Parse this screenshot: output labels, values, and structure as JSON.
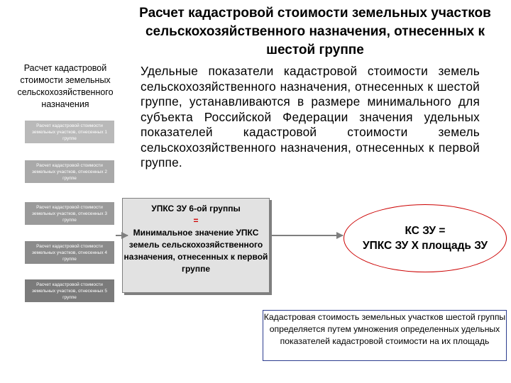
{
  "title": "Расчет кадастровой стоимости земельных участков сельскохозяйственного назначения, отнесенных к шестой группе",
  "sidebar": {
    "heading": "Расчет кадастровой стоимости земельных сельскохозяйственного назначения",
    "items": [
      {
        "label": "Расчет кадастровой стоимости земельных участков, отнесенных 1 группе"
      },
      {
        "label": "Расчет кадастровой стоимости земельных участков, отнесенных 2 группе"
      },
      {
        "label": "Расчет кадастровой стоимости земельных участков, отнесенных 3 группе"
      },
      {
        "label": "Расчет кадастровой стоимости земельных участков, отнесенных 4 группе"
      },
      {
        "label": "Расчет кадастровой стоимости земельных участков, отнесенных 5 группе"
      }
    ]
  },
  "main": {
    "paragraph": "Удельные показатели кадастровой стоимости земель сельскохозяйственного назначения, отнесенных к шестой группе, устанавливаются в размере минимального для субъекта Российской Федерации значения удельных показателей кадастровой стоимости земель сельскохозяйственного назначения, отнесенных к первой группе."
  },
  "upks_box": {
    "line1": "УПКС ЗУ 6-ой группы",
    "eq": "=",
    "line2": "Минимальное значение УПКС земель сельскохозяйственного назначения, отнесенных к первой группе"
  },
  "formula": {
    "line1": "КС ЗУ =",
    "line2": "УПКС ЗУ Х площадь ЗУ"
  },
  "note": {
    "text": "Кадастровая стоимость земельных участков шестой группы определяется путем умножения определенных удельных показателей кадастровой стоимости на их площадь"
  }
}
